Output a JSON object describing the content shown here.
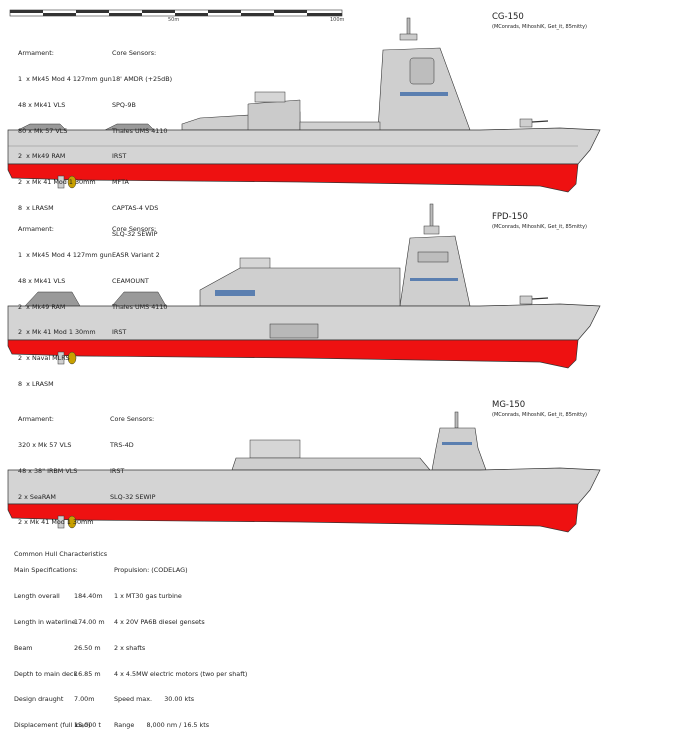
{
  "scale": {
    "mark_50": "50m",
    "mark_100": "100m"
  },
  "ships": [
    {
      "name": "CG-150",
      "credit": "(MConrads, MihoshiK, Get_it, 85mitty)",
      "armament_title": "Armament:",
      "armament": [
        "1  x Mk45 Mod 4 127mm gun",
        "48 x Mk41 VLS",
        "80 x Mk 57 VLS",
        "2  x Mk49 RAM",
        "2  x Mk 41 Mod 1 30mm",
        "8  x LRASM"
      ],
      "sensors_title": "Core Sensors:",
      "sensors": [
        "18' AMDR (+25dB)",
        "SPQ-9B",
        "Thales UMS 4110",
        "IRST",
        "MFTA",
        "CAPTAS-4 VDS",
        "SLQ-32 SEWIP"
      ]
    },
    {
      "name": "FPD-150",
      "credit": "(MConrads, MihoshiK, Get_it, 85mitty)",
      "armament_title": "Armament:",
      "armament": [
        "1  x Mk45 Mod 4 127mm gun",
        "48 x Mk41 VLS",
        "2  x Mk49 RAM",
        "2  x Mk 41 Mod 1 30mm",
        "2  x Naval MLRS",
        "8  x LRASM"
      ],
      "sensors_title": "Core Sensors:",
      "sensors": [
        "EASR Variant 2",
        "CEAMOUNT",
        "Thales UMS 4110",
        "IRST"
      ]
    },
    {
      "name": "MG-150",
      "credit": "(MConrads, MihoshiK, Get_it, 85mitty)",
      "armament_title": "Armament:",
      "armament": [
        "320 x Mk 57 VLS",
        "48 x 38\" IRBM VLS",
        "2 x SeaRAM",
        "2 x Mk 41 Mod 1 30mm"
      ],
      "sensors_title": "Core Sensors:",
      "sensors": [
        "TRS-4D",
        "IRST",
        "SLQ-32 SEWIP"
      ]
    }
  ],
  "hull": {
    "title": "Common Hull Characteristics",
    "spec_title": "Main Specifications:",
    "specs": [
      [
        "Length overall",
        "184.40m"
      ],
      [
        "Length in waterline",
        "174.00 m"
      ],
      [
        "Beam",
        "26.50 m"
      ],
      [
        "Depth to main deck",
        "16.85 m"
      ],
      [
        "Design draught",
        "7.00m"
      ],
      [
        "Displacement (full load)",
        "15,000 t"
      ]
    ],
    "prop_title": "Propulsion: (CODELAG)",
    "propulsion": [
      "1 x MT30 gas turbine",
      "4 x 20V PA6B diesel gensets",
      "2 x shafts",
      "4 x 4.5MW electric motors (two per shaft)",
      "Speed max.      30.00 kts",
      "Range      8,000 nm / 16.5 kts"
    ]
  },
  "colors": {
    "hull_red": "#ee1111",
    "hull_grey": "#d4d4d4",
    "superstructure": "#cfcfcf",
    "outline": "#333333",
    "prop": "#c8a000"
  }
}
